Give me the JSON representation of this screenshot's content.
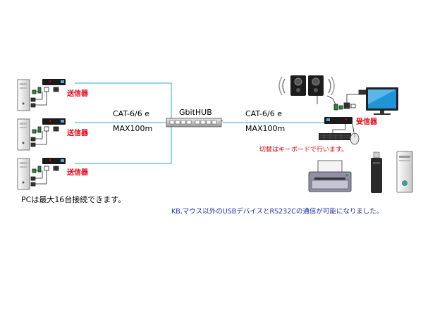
{
  "transmitter_label": "送信器",
  "receiver_label": "受信器",
  "hub_label": "GbitHUB",
  "cable_left": {
    "type": "CAT-6/6 e",
    "max": "MAX100m"
  },
  "cable_right": {
    "type": "CAT-6/6 e",
    "max": "MAX100m"
  },
  "switch_note": "切替はキーボードで行います。",
  "pc_note": "PCは最大16台接続できます。",
  "usb_note": "KB,マウス以外のUSBデバイスとRS232Cの通信が可能になりました。",
  "colors": {
    "cable": "#2aa9c9",
    "red_text": "#e60012",
    "blue_text": "#1a2ea8"
  }
}
